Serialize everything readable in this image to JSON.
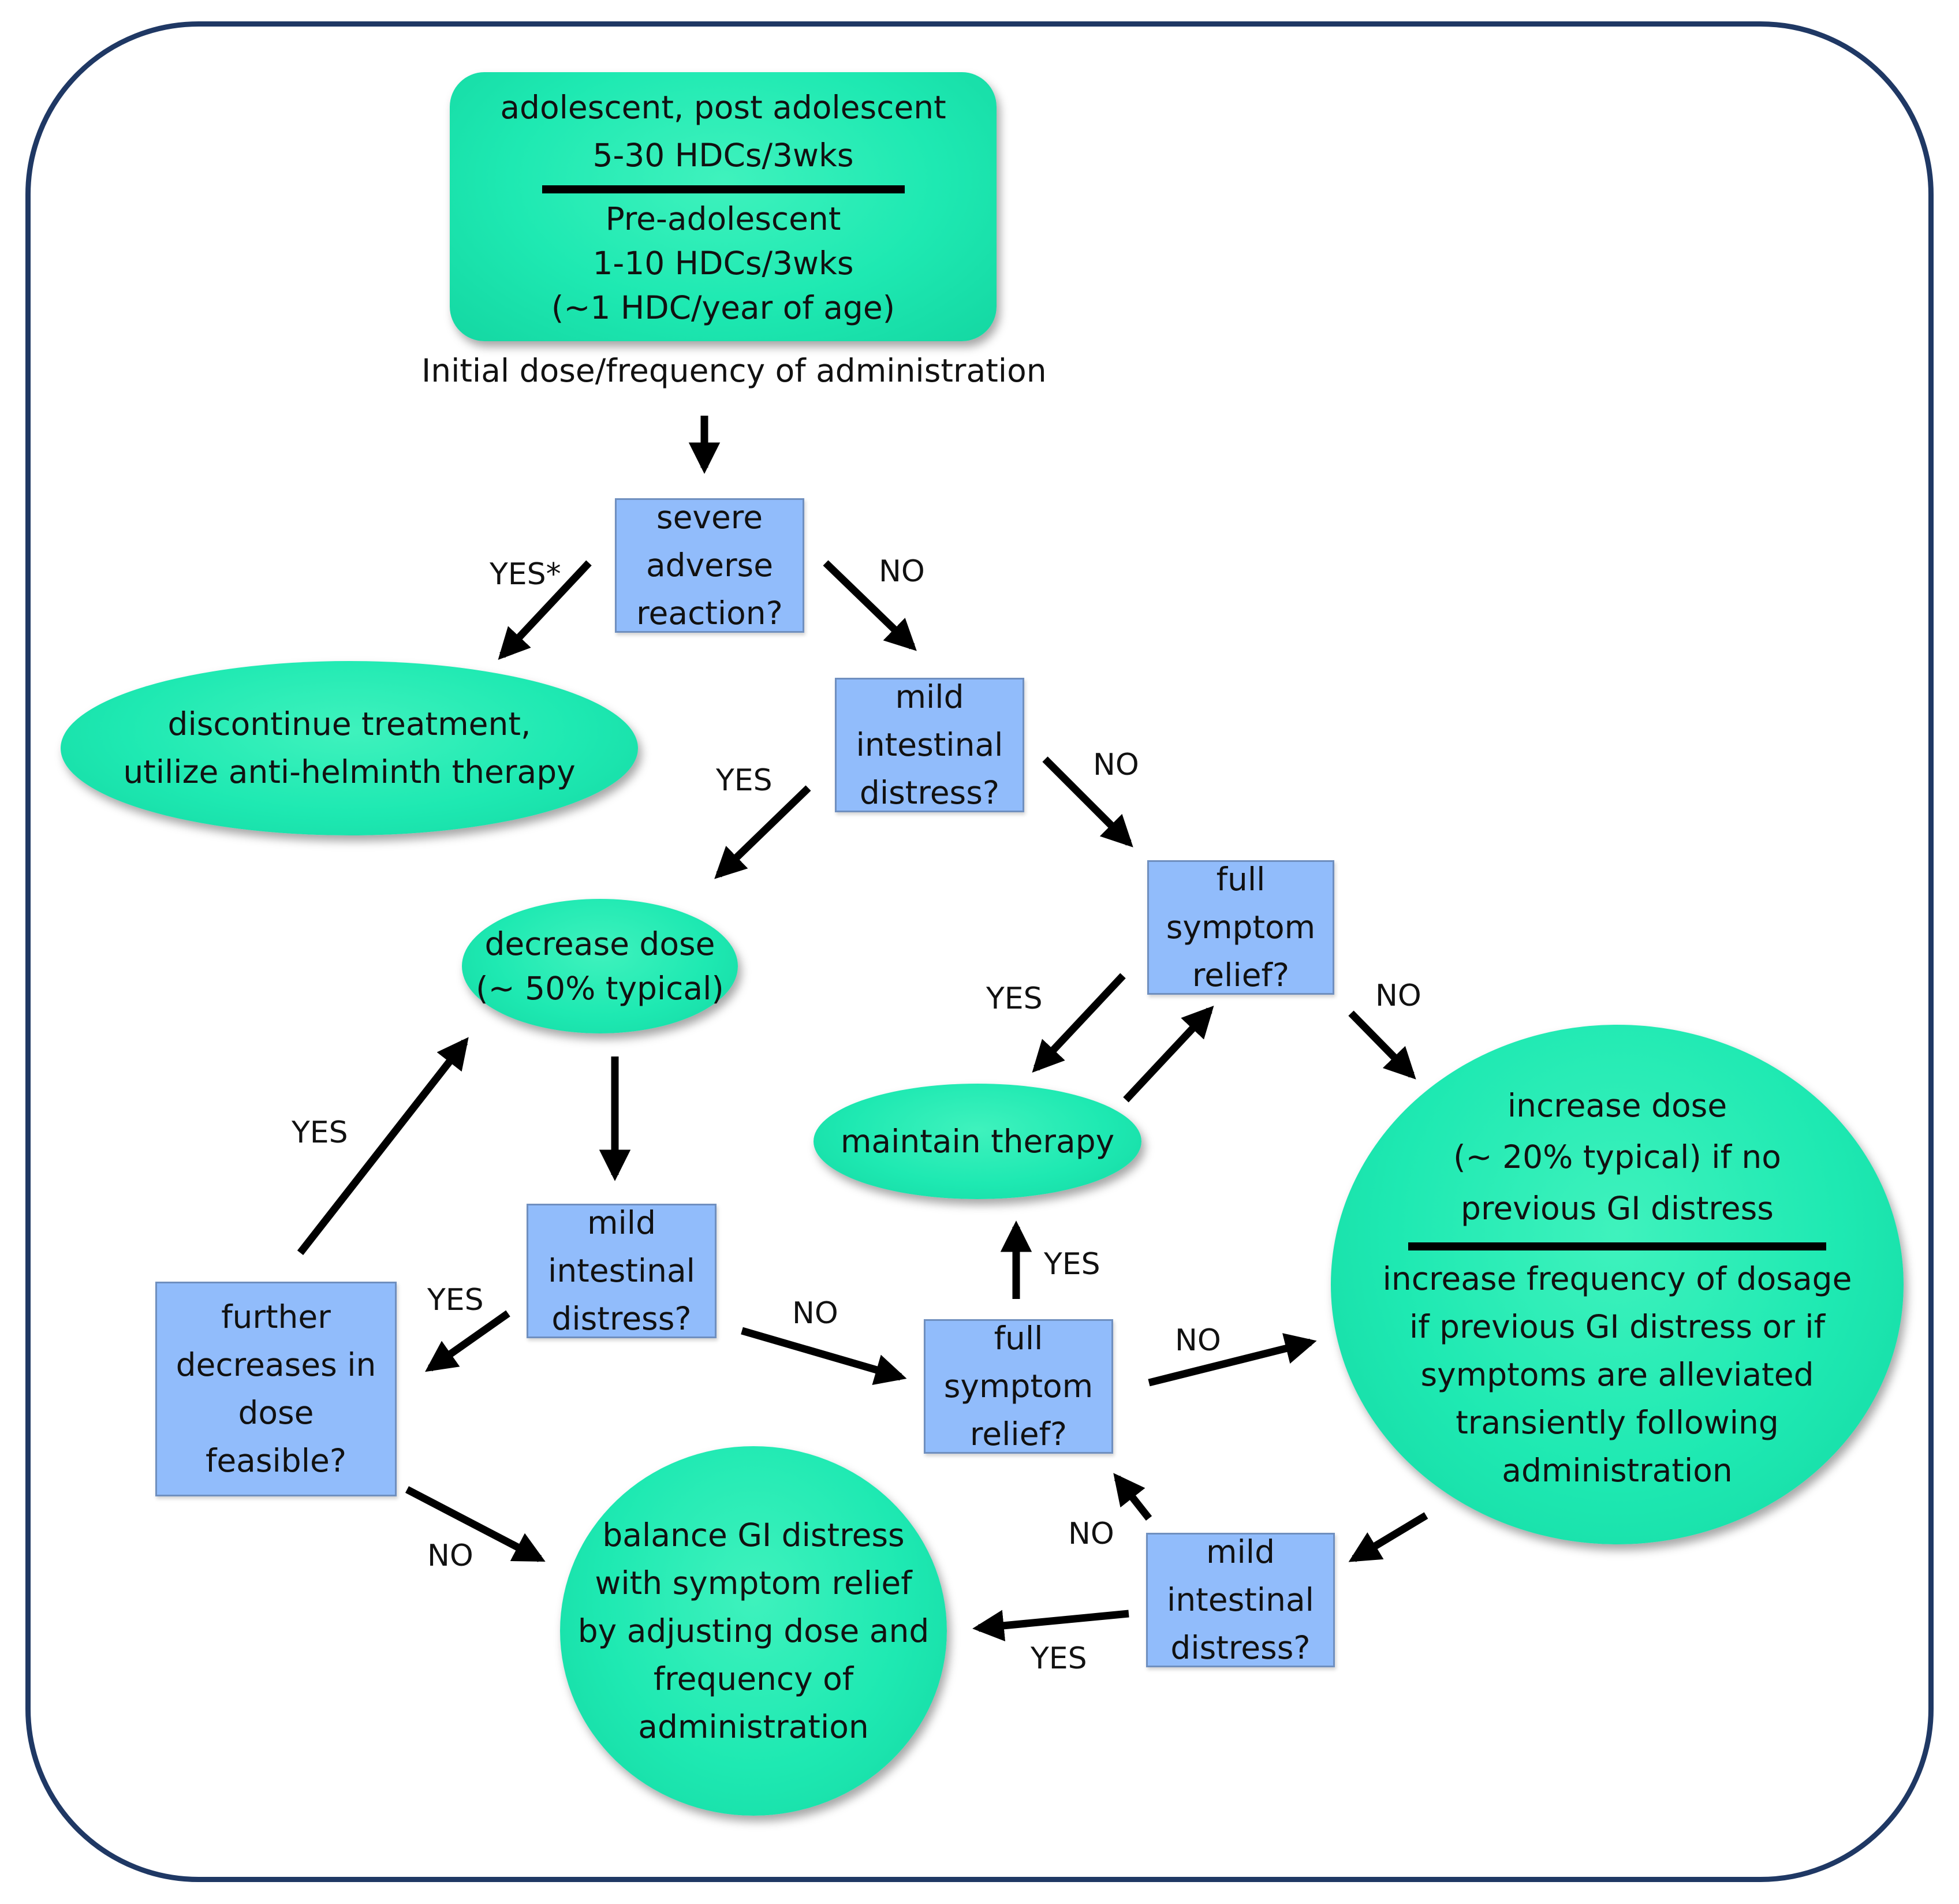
{
  "start": {
    "older": "adolescent, post adolescent\n5-30 HDCs/3wks",
    "younger": "Pre-adolescent\n1-10 HDCs/3wks\n(~1 HDC/year of age)",
    "caption": "Initial dose/frequency of administration"
  },
  "q_severe": "severe\nadverse\nreaction?",
  "discontinue": "discontinue treatment,\nutilize anti-helminth therapy",
  "q_mild_1": "mild\nintestinal\ndistress?",
  "decrease_dose": "decrease dose\n(~ 50% typical)",
  "q_full_1": "full\nsymptom\nrelief?",
  "maintain": "maintain therapy",
  "increase": {
    "dose": "increase dose\n(~ 20% typical) if no\nprevious GI distress",
    "frequency": "increase frequency of dosage\nif previous GI distress or if\nsymptoms are alleviated\ntransiently following\nadministration"
  },
  "q_mild_2": "mild\nintestinal\ndistress?",
  "q_further": "further\ndecreases in\ndose\nfeasible?",
  "q_full_2": "full\nsymptom\nrelief?",
  "balance": "balance GI distress\nwith symptom relief\nby adjusting dose and\nfrequency of\nadministration",
  "q_mild_3": "mild\nintestinal\ndistress?",
  "labels": {
    "yes_star": "YES*",
    "no_severe": "NO",
    "yes_mild1": "YES",
    "no_mild1": "NO",
    "yes_full1": "YES",
    "no_full1": "NO",
    "yes_further": "YES",
    "yes_mild2": "YES",
    "no_mild2": "NO",
    "yes_full2": "YES",
    "no_full2": "NO",
    "no_further": "NO",
    "no_mild3": "NO",
    "yes_mild3": "YES"
  },
  "colors": {
    "node_green": "#1ee9b2",
    "node_blue": "#91bcfb",
    "frame": "#1f3864"
  }
}
